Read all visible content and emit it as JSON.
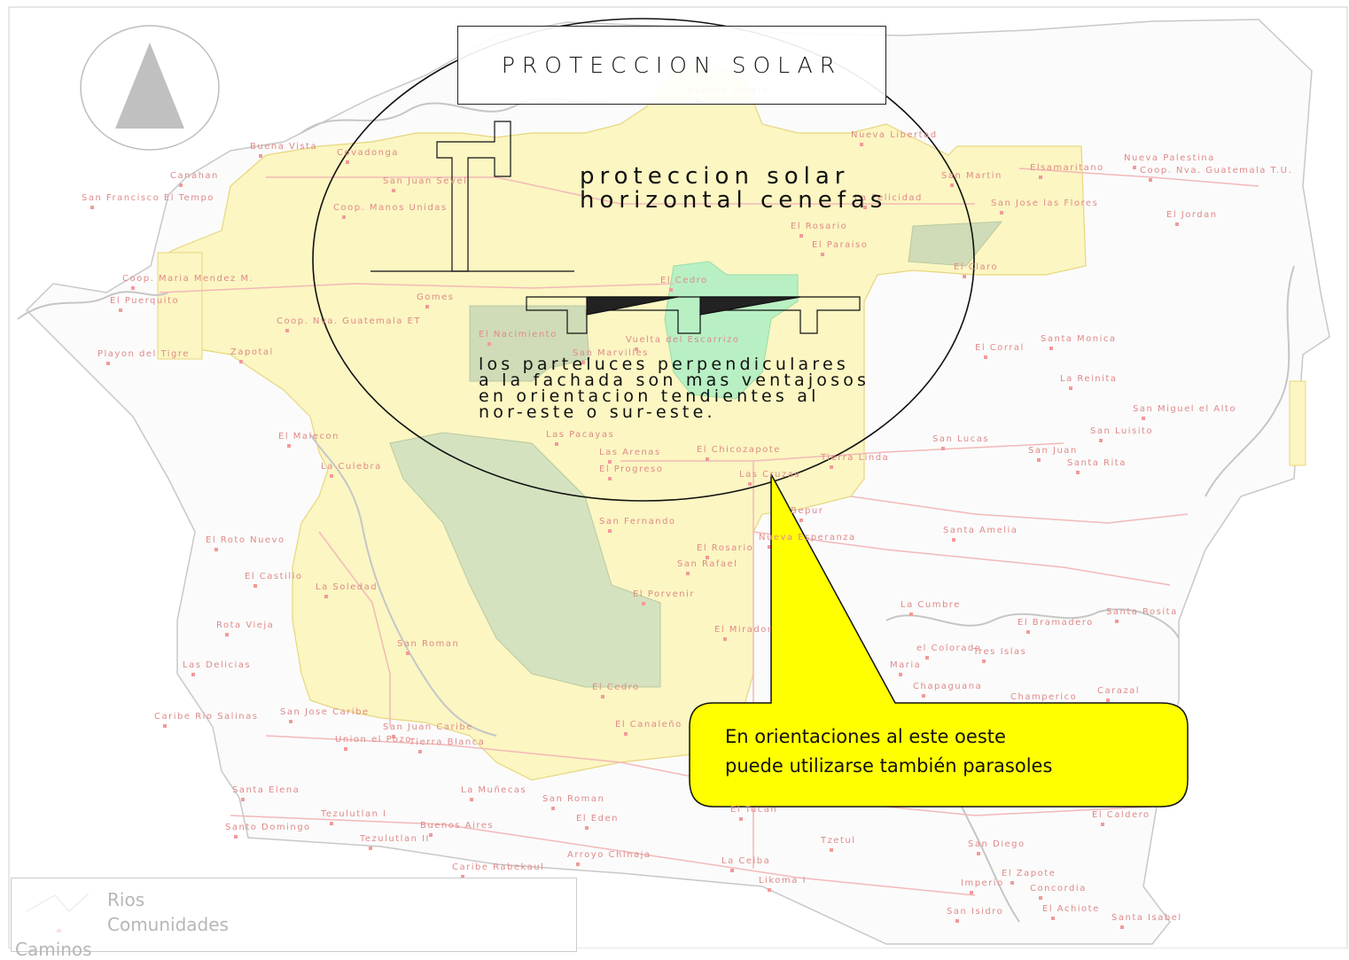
{
  "title": "PROTECCION SOLAR",
  "subtitle_lines": [
    "proteccion solar",
    "horizontal cenefas"
  ],
  "note_lines": [
    "los parteluces perpendiculares",
    "a la fachada son mas ventajosos",
    "en orientacion tendientes al",
    "nor-este o sur-este."
  ],
  "callout_lines": [
    "En orientaciones al este oeste",
    "puede utilizarse también parasoles"
  ],
  "legend": {
    "rios": "Rios",
    "comunidades": "Comunidades",
    "caminos": "Caminos"
  },
  "colors": {
    "region_fill": "#fbf6c2",
    "park_fill": "#d5e2bf",
    "green_fill": "#b8f0c4",
    "road": "#f3b8b8",
    "river": "#c9c9c9",
    "callout": "#ffff00",
    "label": "#e08a8a"
  },
  "map_labels": [
    {
      "key": "rancho-alegre",
      "text": "Rancho Alegre"
    },
    {
      "key": "nueva-libertad",
      "text": "Nueva Libertad"
    },
    {
      "key": "buena-vista",
      "text": "Buena Vista"
    },
    {
      "key": "covadonga",
      "text": "Covadonga"
    },
    {
      "key": "canaan",
      "text": "Canahan"
    },
    {
      "key": "san-juan-sevel",
      "text": "San Juan Sevel"
    },
    {
      "key": "san-francisco-el-tempo",
      "text": "San Francisco El Tempo"
    },
    {
      "key": "coop-manos-unidas",
      "text": "Coop. Manos Unidas"
    },
    {
      "key": "nueva-palestina",
      "text": "Nueva Palestina"
    },
    {
      "key": "coop-nva-guatemala-tu",
      "text": "Coop. Nva. Guatemala T.U."
    },
    {
      "key": "elsamaritano",
      "text": "Elsamaritano"
    },
    {
      "key": "san-martin",
      "text": "San Martin"
    },
    {
      "key": "san-jose-las-flores",
      "text": "San Jose las Flores"
    },
    {
      "key": "la-felicidad",
      "text": "La Felicidad"
    },
    {
      "key": "el-jordan",
      "text": "El Jordan"
    },
    {
      "key": "el-rosario",
      "text": "El Rosario"
    },
    {
      "key": "el-paraiso",
      "text": "El Paraiso"
    },
    {
      "key": "el-claro",
      "text": "El Claro"
    },
    {
      "key": "coop-maria-mendez",
      "text": "Coop. Maria Mendez M."
    },
    {
      "key": "el-puerquito",
      "text": "El Puerquito"
    },
    {
      "key": "el-cedro",
      "text": "El Cedro"
    },
    {
      "key": "gomes",
      "text": "Gomes"
    },
    {
      "key": "coop-nva-guatemala-et",
      "text": "Coop. Nva. Guatemala ET"
    },
    {
      "key": "el-nacimiento",
      "text": "El Nacimiento"
    },
    {
      "key": "vuelta-escarrizo",
      "text": "Vuelta del Escarrizo"
    },
    {
      "key": "san-marvilles",
      "text": "San Marvilles"
    },
    {
      "key": "el-corral",
      "text": "El Corral"
    },
    {
      "key": "santa-monica",
      "text": "Santa Monica"
    },
    {
      "key": "playon-del-tigre",
      "text": "Playon del Tigre"
    },
    {
      "key": "zapotal",
      "text": "Zapotal"
    },
    {
      "key": "la-reinita",
      "text": "La Reinita"
    },
    {
      "key": "san-miguelelalto",
      "text": "San Miguel el Alto"
    },
    {
      "key": "el-malecon",
      "text": "El Malecon"
    },
    {
      "key": "las-pacayas",
      "text": "Las Pacayas"
    },
    {
      "key": "san-luisito",
      "text": "San Luisito"
    },
    {
      "key": "san-lucas",
      "text": "San Lucas"
    },
    {
      "key": "san-juan",
      "text": "San Juan"
    },
    {
      "key": "santa-rita",
      "text": "Santa Rita"
    },
    {
      "key": "la-culebra",
      "text": "La Culebra"
    },
    {
      "key": "las-arenas",
      "text": "Las Arenas"
    },
    {
      "key": "el-chicozapote",
      "text": "El Chicozapote"
    },
    {
      "key": "tierra-linda",
      "text": "Tierra Linda"
    },
    {
      "key": "el-progreso",
      "text": "El Progreso"
    },
    {
      "key": "las-cruzas",
      "text": "Las Cruzas"
    },
    {
      "key": "bepur",
      "text": "Bepur"
    },
    {
      "key": "san-fernando",
      "text": "San Fernando"
    },
    {
      "key": "santa-amelia",
      "text": "Santa Amelia"
    },
    {
      "key": "el-rotonuevo",
      "text": "El Roto Nuevo"
    },
    {
      "key": "nueva-esperanza",
      "text": "Nueva Esperanza"
    },
    {
      "key": "el-rosario-2",
      "text": "El Rosario"
    },
    {
      "key": "san-rafael",
      "text": "San Rafael"
    },
    {
      "key": "el-castillo",
      "text": "El Castillo"
    },
    {
      "key": "la-soledad",
      "text": "La Soledad"
    },
    {
      "key": "el-porvenir",
      "text": "El Porvenir"
    },
    {
      "key": "la-cumbre",
      "text": "La Cumbre"
    },
    {
      "key": "santa-rosita",
      "text": "Santa Rosita"
    },
    {
      "key": "el-bramadero",
      "text": "El Bramadero"
    },
    {
      "key": "rota-vieja",
      "text": "Rota Vieja"
    },
    {
      "key": "el-mirador",
      "text": "El Mirador"
    },
    {
      "key": "san-roman",
      "text": "San Roman"
    },
    {
      "key": "agua-colorado",
      "text": "el Colorado"
    },
    {
      "key": "tres-islas",
      "text": "Tres Islas"
    },
    {
      "key": "las-delicias",
      "text": "Las Delicias"
    },
    {
      "key": "santa-maria",
      "text": "Maria"
    },
    {
      "key": "chapaguana",
      "text": "Chapaguana"
    },
    {
      "key": "carazal",
      "text": "Carazal"
    },
    {
      "key": "el-cedro-2",
      "text": "El Cedro"
    },
    {
      "key": "champerico",
      "text": "Champerico"
    },
    {
      "key": "caribe-rio-salinas",
      "text": "Caribe Rio Salinas"
    },
    {
      "key": "san-jose-caribe",
      "text": "San Jose Caribe"
    },
    {
      "key": "san-juan-caribe",
      "text": "San Juan Caribe"
    },
    {
      "key": "el-canaleño",
      "text": "El Canaleño"
    },
    {
      "key": "union-el-pozo",
      "text": "Union el Pozo"
    },
    {
      "key": "tierra-blanca",
      "text": "Tierra Blanca"
    },
    {
      "key": "santa-elena",
      "text": "Santa Elena"
    },
    {
      "key": "la-muñecas",
      "text": "La Muñecas"
    },
    {
      "key": "san-roman-2",
      "text": "San Roman"
    },
    {
      "key": "tezulutlan-i",
      "text": "Tezulutlan I"
    },
    {
      "key": "el-eden",
      "text": "El Eden"
    },
    {
      "key": "buenos-aires",
      "text": "Buenos Aires"
    },
    {
      "key": "el-tucan",
      "text": "El Tucan"
    },
    {
      "key": "el-caldero",
      "text": "El Caldero"
    },
    {
      "key": "santo-domingo",
      "text": "Santo Domingo"
    },
    {
      "key": "tezulutlan-ii",
      "text": "Tezulutlan II"
    },
    {
      "key": "tzetul",
      "text": "Tzetul"
    },
    {
      "key": "san-diego",
      "text": "San Diego"
    },
    {
      "key": "arroyo-chinaja",
      "text": "Arroyo Chinaja"
    },
    {
      "key": "la-ceiba",
      "text": "La Ceiba"
    },
    {
      "key": "el-zapote",
      "text": "El Zapote"
    },
    {
      "key": "caribe-rabekaul",
      "text": "Caribe Rabekaul"
    },
    {
      "key": "likomal",
      "text": "Likoma I"
    },
    {
      "key": "imperio",
      "text": "Imperio"
    },
    {
      "key": "concordia",
      "text": "Concordia"
    },
    {
      "key": "san-isidro",
      "text": "San Isidro"
    },
    {
      "key": "el-achiote",
      "text": "El Achiote"
    },
    {
      "key": "santa-isabel",
      "text": "Santa Isabel"
    }
  ]
}
